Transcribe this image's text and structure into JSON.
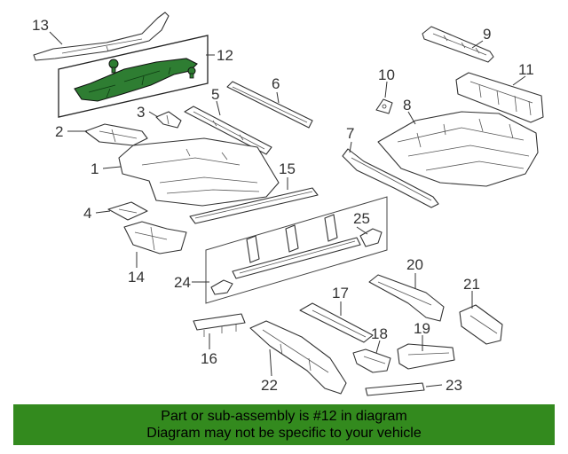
{
  "diagram": {
    "callouts": [
      "13",
      "12",
      "9",
      "10",
      "11",
      "6",
      "5",
      "3",
      "2",
      "1",
      "7",
      "8",
      "15",
      "4",
      "25",
      "14",
      "24",
      "20",
      "17",
      "21",
      "18",
      "19",
      "16",
      "22",
      "23"
    ],
    "highlight_color": "#2e7d32"
  },
  "banner": {
    "line1": "Part or sub-assembly is #12 in diagram",
    "line2": "Diagram may not be specific to your vehicle",
    "background": "#338a1e"
  }
}
